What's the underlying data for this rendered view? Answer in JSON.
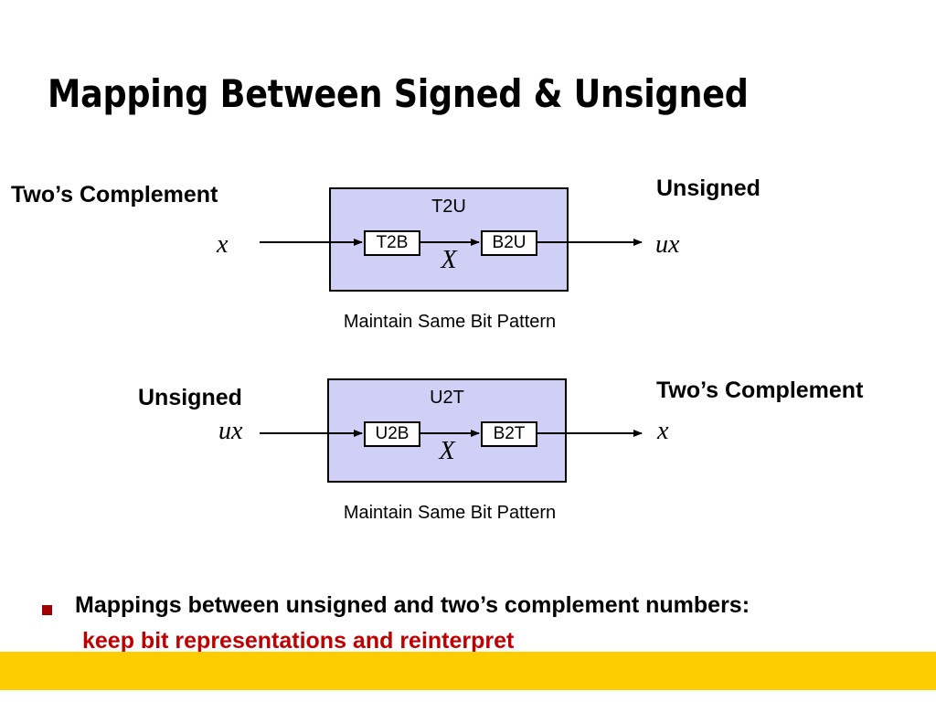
{
  "title": "Mapping Between Signed & Unsigned",
  "diagram1": {
    "left_label": "Two’s Complement",
    "left_var": "x",
    "box_title": "T2U",
    "inner_left": "T2B",
    "inner_right": "B2U",
    "inner_var": "X",
    "right_label": "Unsigned",
    "right_var": "ux",
    "caption": "Maintain Same Bit Pattern"
  },
  "diagram2": {
    "left_label": "Unsigned",
    "left_var": "ux",
    "box_title": "U2T",
    "inner_left": "U2B",
    "inner_right": "B2T",
    "inner_var": "X",
    "right_label": "Two’s Complement",
    "right_var": "x",
    "caption": "Maintain Same Bit Pattern"
  },
  "bullet": {
    "text": "Mappings between unsigned and two’s complement numbers:",
    "highlight": "keep bit representations and reinterpret"
  },
  "colors": {
    "box_fill": "#d0d0f6",
    "accent_red": "#c00000",
    "footer_yellow": "#fdcd00"
  }
}
